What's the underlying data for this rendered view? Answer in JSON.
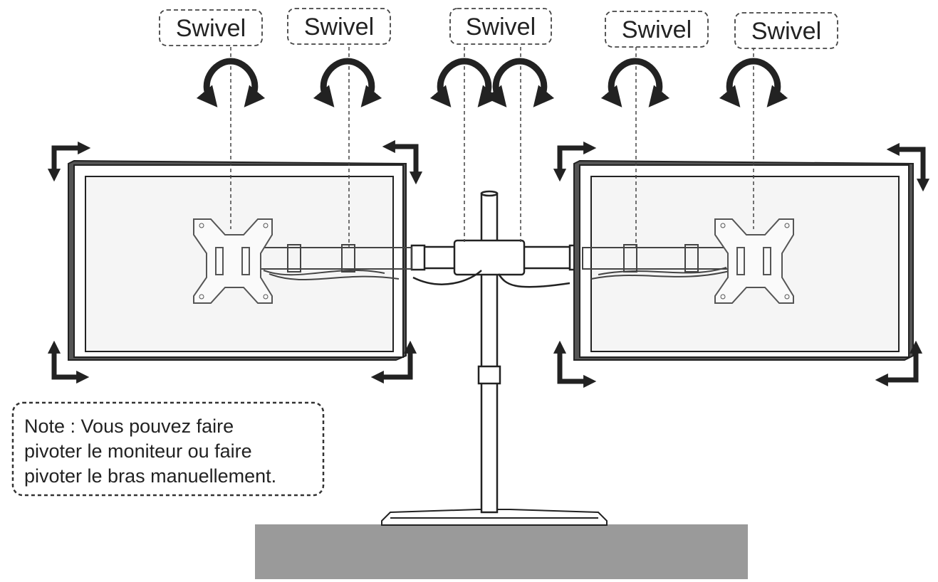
{
  "swivel_labels": [
    "Swivel",
    "Swivel",
    "Swivel",
    "Swivel",
    "Swivel"
  ],
  "note": {
    "lines": [
      "Note : Vous pouvez faire",
      "pivoter le moniteur ou faire",
      "pivoter le bras manuellement."
    ]
  },
  "colors": {
    "outline": "#222222",
    "screen_fill": "#f5f5f5",
    "bezel": "#555555",
    "desk": "#9a9a9a"
  },
  "icons": [
    "swivel-rotation-icon",
    "rotation-corner-arrow-icon"
  ]
}
